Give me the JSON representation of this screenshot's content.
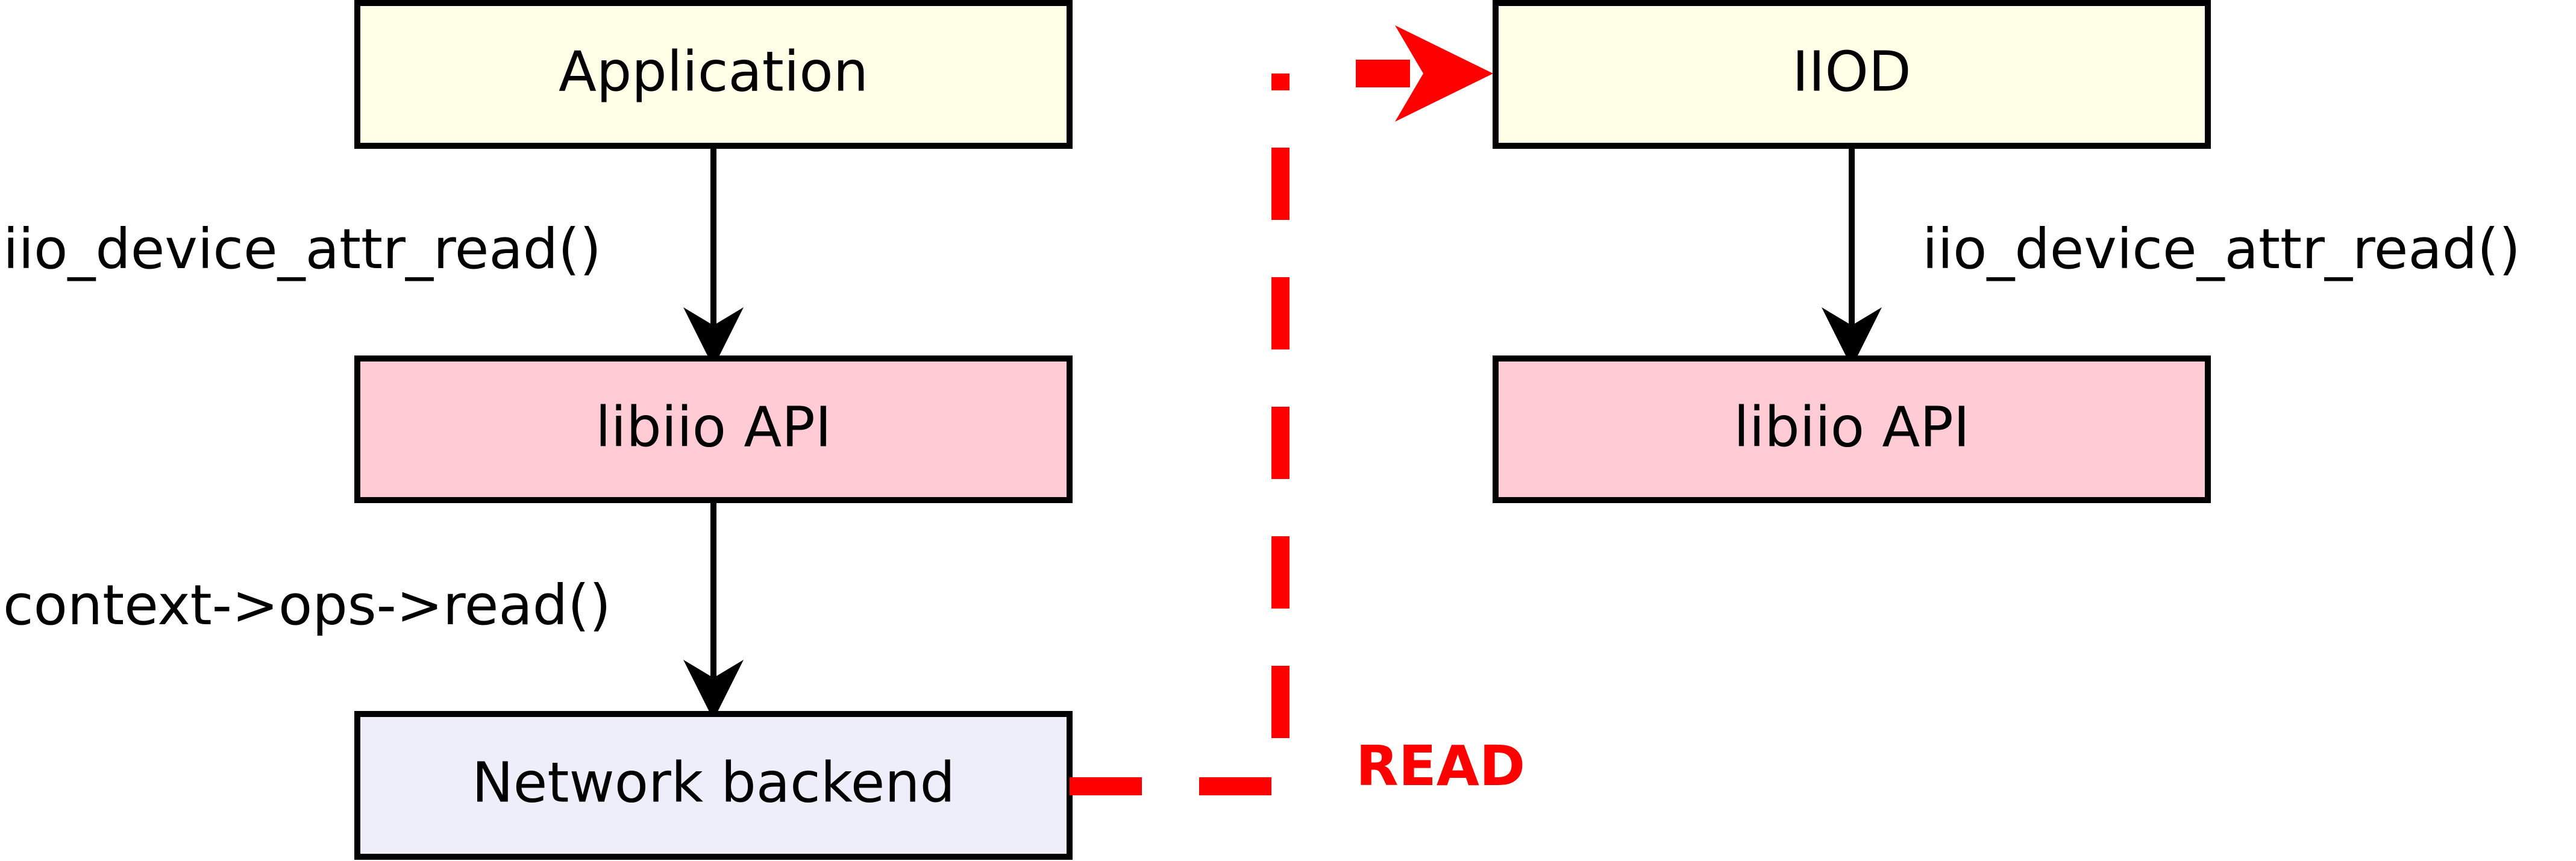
{
  "nodes": {
    "application": {
      "label": "Application",
      "fill": "#FFFFE8"
    },
    "libiio_api_left": {
      "label": "libiio API",
      "fill": "#FFCCD5"
    },
    "network_backend": {
      "label": "Network backend",
      "fill": "#EEEEFA"
    },
    "iiod": {
      "label": "IIOD",
      "fill": "#FFFFE8"
    },
    "libiio_api_right": {
      "label": "libiio API",
      "fill": "#FFCCD5"
    }
  },
  "edges": {
    "app_to_api": {
      "label": "iio_device_attr_read()"
    },
    "api_to_backend": {
      "label": "context->ops->read()"
    },
    "iiod_to_api": {
      "label": "iio_device_attr_read()"
    }
  },
  "transfer": {
    "label": "READ",
    "color": "#FF0000"
  }
}
